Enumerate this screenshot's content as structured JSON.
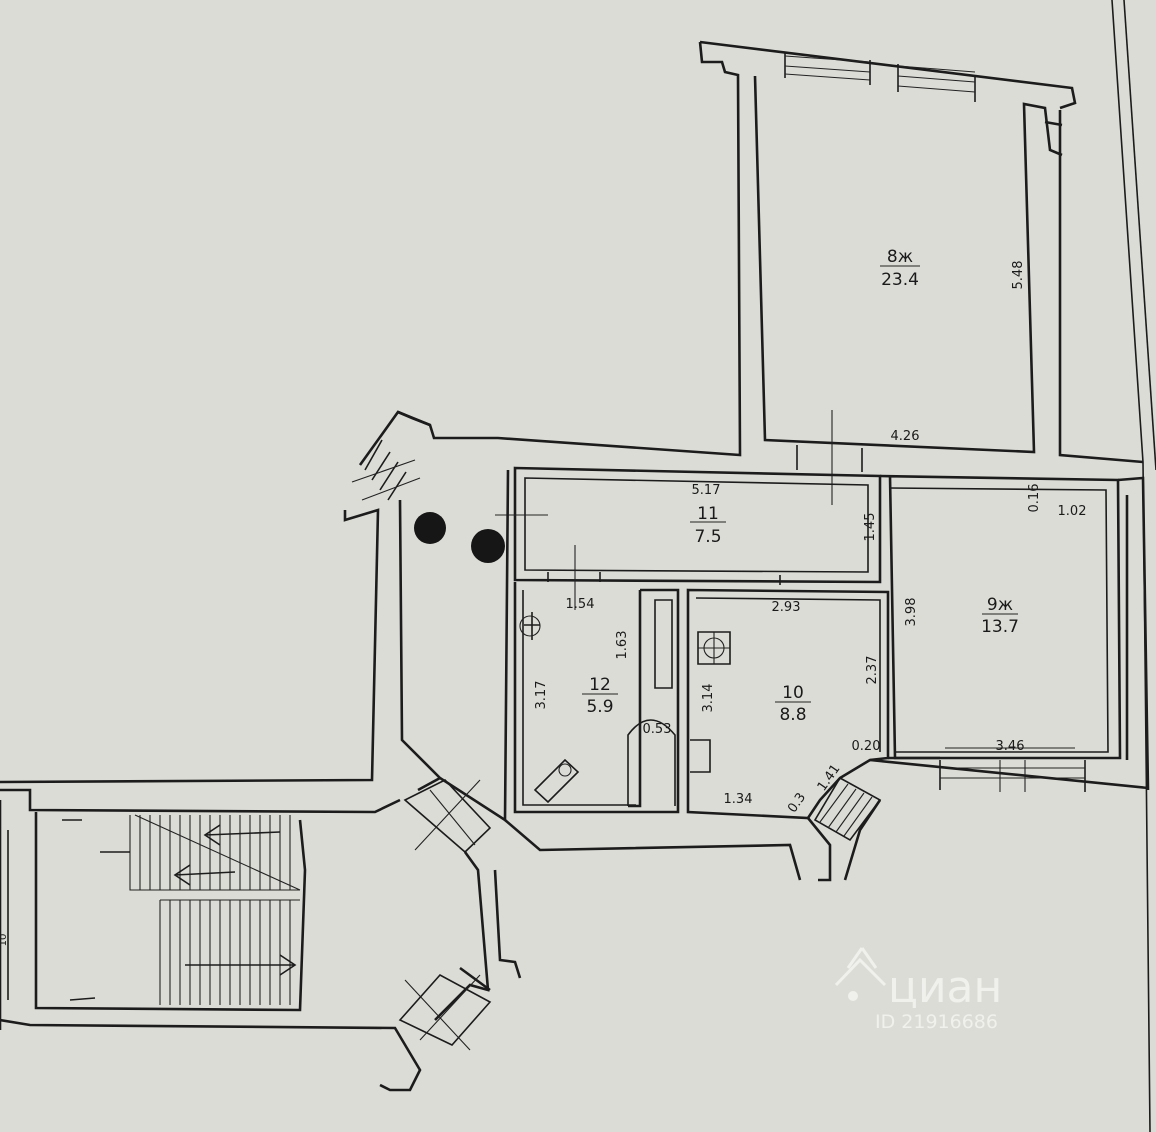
{
  "rooms": {
    "r8": {
      "number": "8ж",
      "area": "23.4"
    },
    "r9": {
      "number": "9ж",
      "area": "13.7"
    },
    "r10": {
      "number": "10",
      "area": "8.8"
    },
    "r11": {
      "number": "11",
      "area": "7.5"
    },
    "r12": {
      "number": "12",
      "area": "5.9"
    }
  },
  "dimensions": {
    "r8_height": "5.48",
    "r8_width": "4.26",
    "r11_width": "5.17",
    "r11_height": "1.45",
    "r9_gap": "0.16",
    "r9_top": "1.02",
    "r9_height": "3.98",
    "r9_bottom": "3.46",
    "r12_width": "1.54",
    "r12_inner": "1.63",
    "r12_height": "3.17",
    "r12_bath": "0.53",
    "r10_width": "2.93",
    "r10_height": "3.14",
    "r10_side": "2.37",
    "r10_corner": "0.20",
    "r10_bottom": "1.34",
    "entry_width": "1.41",
    "entry_gap": "0.3",
    "stair_label": "10"
  },
  "watermark": {
    "brand": "циан",
    "listing_id": "ID 21916686",
    "color": "#f4f4f0"
  }
}
